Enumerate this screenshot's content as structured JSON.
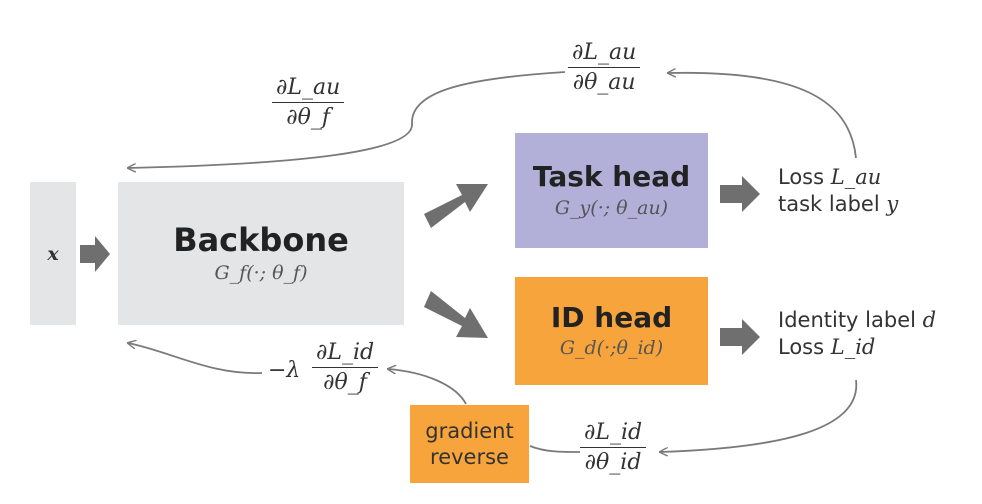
{
  "input": {
    "label": "x"
  },
  "backbone": {
    "title": "Backbone",
    "formula": "G_f(·; θ_f)"
  },
  "task_head": {
    "title": "Task head",
    "formula": "G_y(·; θ_au)"
  },
  "id_head": {
    "title": "ID head",
    "formula": "G_d(·;θ_id)"
  },
  "gradient_reverse": {
    "line1": "gradient",
    "line2": "reverse"
  },
  "task_output": {
    "loss_word": "Loss",
    "loss_symbol": "L_au",
    "label_word": "task label",
    "label_symbol": "y"
  },
  "id_output": {
    "label_word": "Identity label",
    "label_symbol": "d",
    "loss_word": "Loss",
    "loss_symbol": "L_id"
  },
  "gradients": {
    "task_head_grad": {
      "numerator": "∂L_au",
      "denominator": "∂θ_au"
    },
    "backbone_task_grad": {
      "numerator": "∂L_au",
      "denominator": "∂θ_f"
    },
    "backbone_id_grad": {
      "prefix": "−λ",
      "numerator": "∂L_id",
      "denominator": "∂θ_f"
    },
    "id_head_grad": {
      "numerator": "∂L_id",
      "denominator": "∂θ_id"
    }
  },
  "colors": {
    "backbone": "#e4e5e6",
    "task_head": "#b2b0d9",
    "id_head": "#f8a43c",
    "gradient_reverse": "#f8a43c",
    "arrow": "#6f6f6f",
    "curve": "#7a7a7a"
  }
}
